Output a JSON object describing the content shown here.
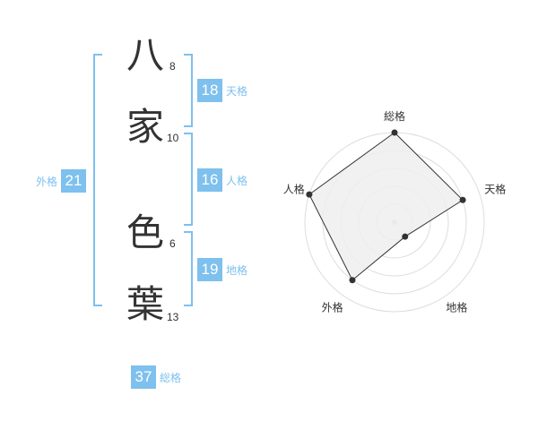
{
  "name": {
    "chars": [
      {
        "char": "八",
        "strokes": "8"
      },
      {
        "char": "家",
        "strokes": "10"
      },
      {
        "char": "色",
        "strokes": "6"
      },
      {
        "char": "葉",
        "strokes": "13"
      }
    ]
  },
  "fortunes": {
    "tenkaku": {
      "value": "18",
      "label": "天格"
    },
    "jinkaku": {
      "value": "16",
      "label": "人格"
    },
    "chikaku": {
      "value": "19",
      "label": "地格"
    },
    "gaikaku": {
      "value": "21",
      "label": "外格"
    },
    "soukaku": {
      "value": "37",
      "label": "総格"
    }
  },
  "colors": {
    "accent": "#7ec0ee",
    "text": "#333333",
    "radar_fill": "#efefef"
  },
  "chart_data": {
    "type": "radar",
    "axes": [
      "総格",
      "天格",
      "地格",
      "外格",
      "人格"
    ],
    "values": [
      5,
      4,
      1,
      4,
      5
    ],
    "max": 5,
    "rings": 5
  }
}
